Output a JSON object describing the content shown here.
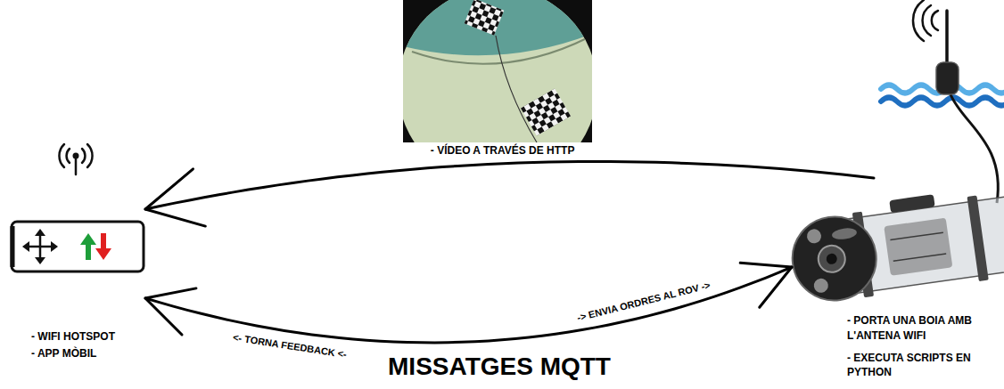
{
  "diagram": {
    "nodes": [
      {
        "text": [
          "- WIFI HOTSPOT",
          "- APP MÒBIL"
        ]
      },
      {
        "text": [
          "- PORTA UNA BOIA AMB L'ANTENA WIFI",
          "- EXECUTA SCRIPTS EN PYTHON"
        ]
      }
    ],
    "edges": [
      {
        "from": 1,
        "to": 0,
        "arrow": "to",
        "label": "- VÍDEO A TRAVÉS DE HTTP"
      },
      {
        "from": 0,
        "to": 1,
        "arrow": "both"
      }
    ],
    "labels": [
      "-> ENVIA ORDRES AL ROV ->",
      "<- TORNA FEEDBACK <-",
      "MISSATGES MQTT"
    ]
  }
}
